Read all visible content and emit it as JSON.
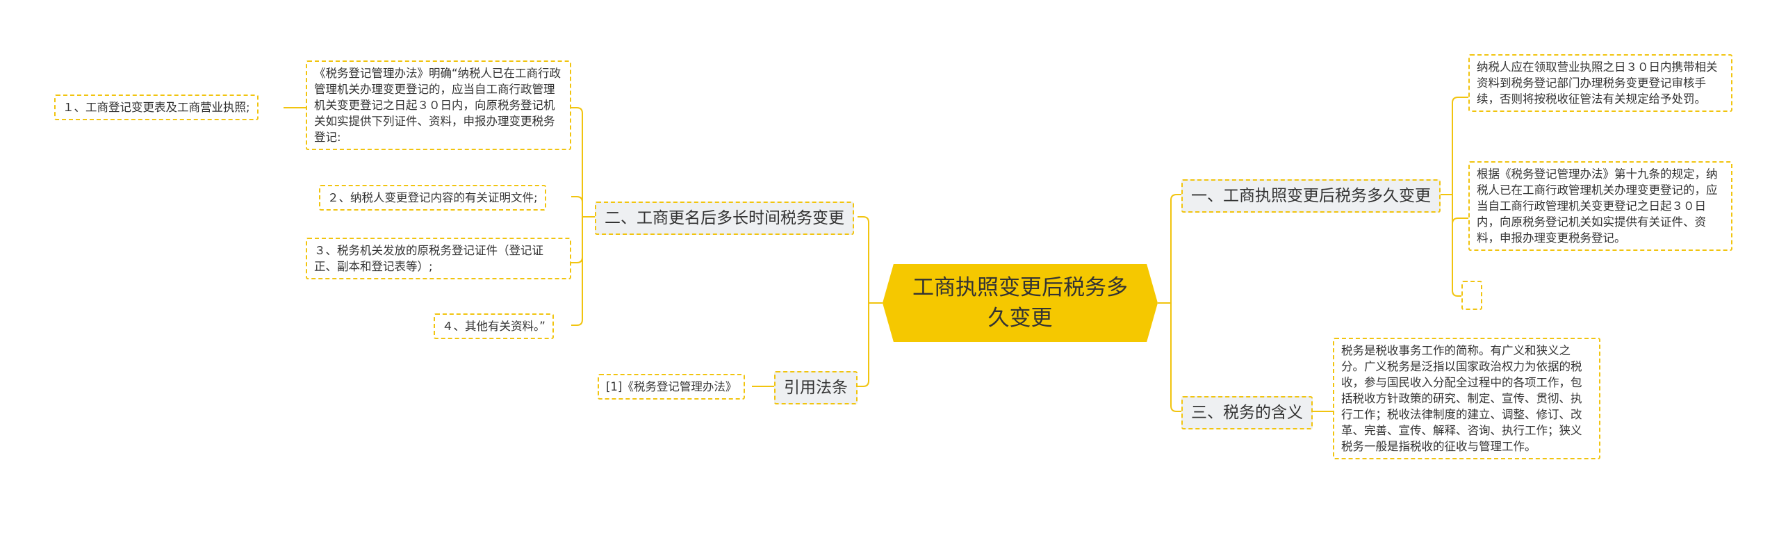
{
  "root": {
    "title": "工商执照变更后税务多久变更"
  },
  "left": {
    "branch2": {
      "label": "二、工商更名后多长时间税务变更",
      "items": [
        "《税务登记管理办法》明确“纳税人已在工商行政管理机关办理变更登记的，应当自工商行政管理机关变更登记之日起３０日内，向原税务登记机关如实提供下列证件、资料，申报办理变更税务登记:",
        "２、纳税人变更登记内容的有关证明文件;",
        "３、税务机关发放的原税务登记证件（登记证正、副本和登记表等）;",
        "４、其他有关资料。”"
      ],
      "sub": "１、工商登记变更表及工商营业执照;"
    },
    "citation": {
      "label": "引用法条",
      "items": [
        "[1]《税务登记管理办法》"
      ]
    }
  },
  "right": {
    "branch1": {
      "label": "一、工商执照变更后税务多久变更",
      "items": [
        "纳税人应在领取营业执照之日３０日内携带相关资料到税务登记部门办理税务变更登记审核手续，否则将按税收征管法有关规定给予处罚。",
        "根据《税务登记管理办法》第十九条的规定，纳税人已在工商行政管理机关办理变更登记的，应当自工商行政管理机关变更登记之日起３０日内，向原税务登记机关如实提供有关证件、资料，申报办理变更税务登记。"
      ]
    },
    "branch3": {
      "label": "三、税务的含义",
      "items": [
        "税务是税收事务工作的简称。有广义和狭义之分。广义税务是泛指以国家政治权力为依据的税收，参与国民收入分配全过程中的各项工作，包括税收方针政策的研究、制定、宣传、贯彻、执行工作；税收法律制度的建立、调整、修订、改革、完善、宣传、解释、咨询、执行工作；狭义税务一般是指税收的征收与管理工作。"
      ]
    }
  },
  "colors": {
    "root": "#f5c800",
    "line": "#f1c40f",
    "branch_bg": "#eef0f2"
  }
}
